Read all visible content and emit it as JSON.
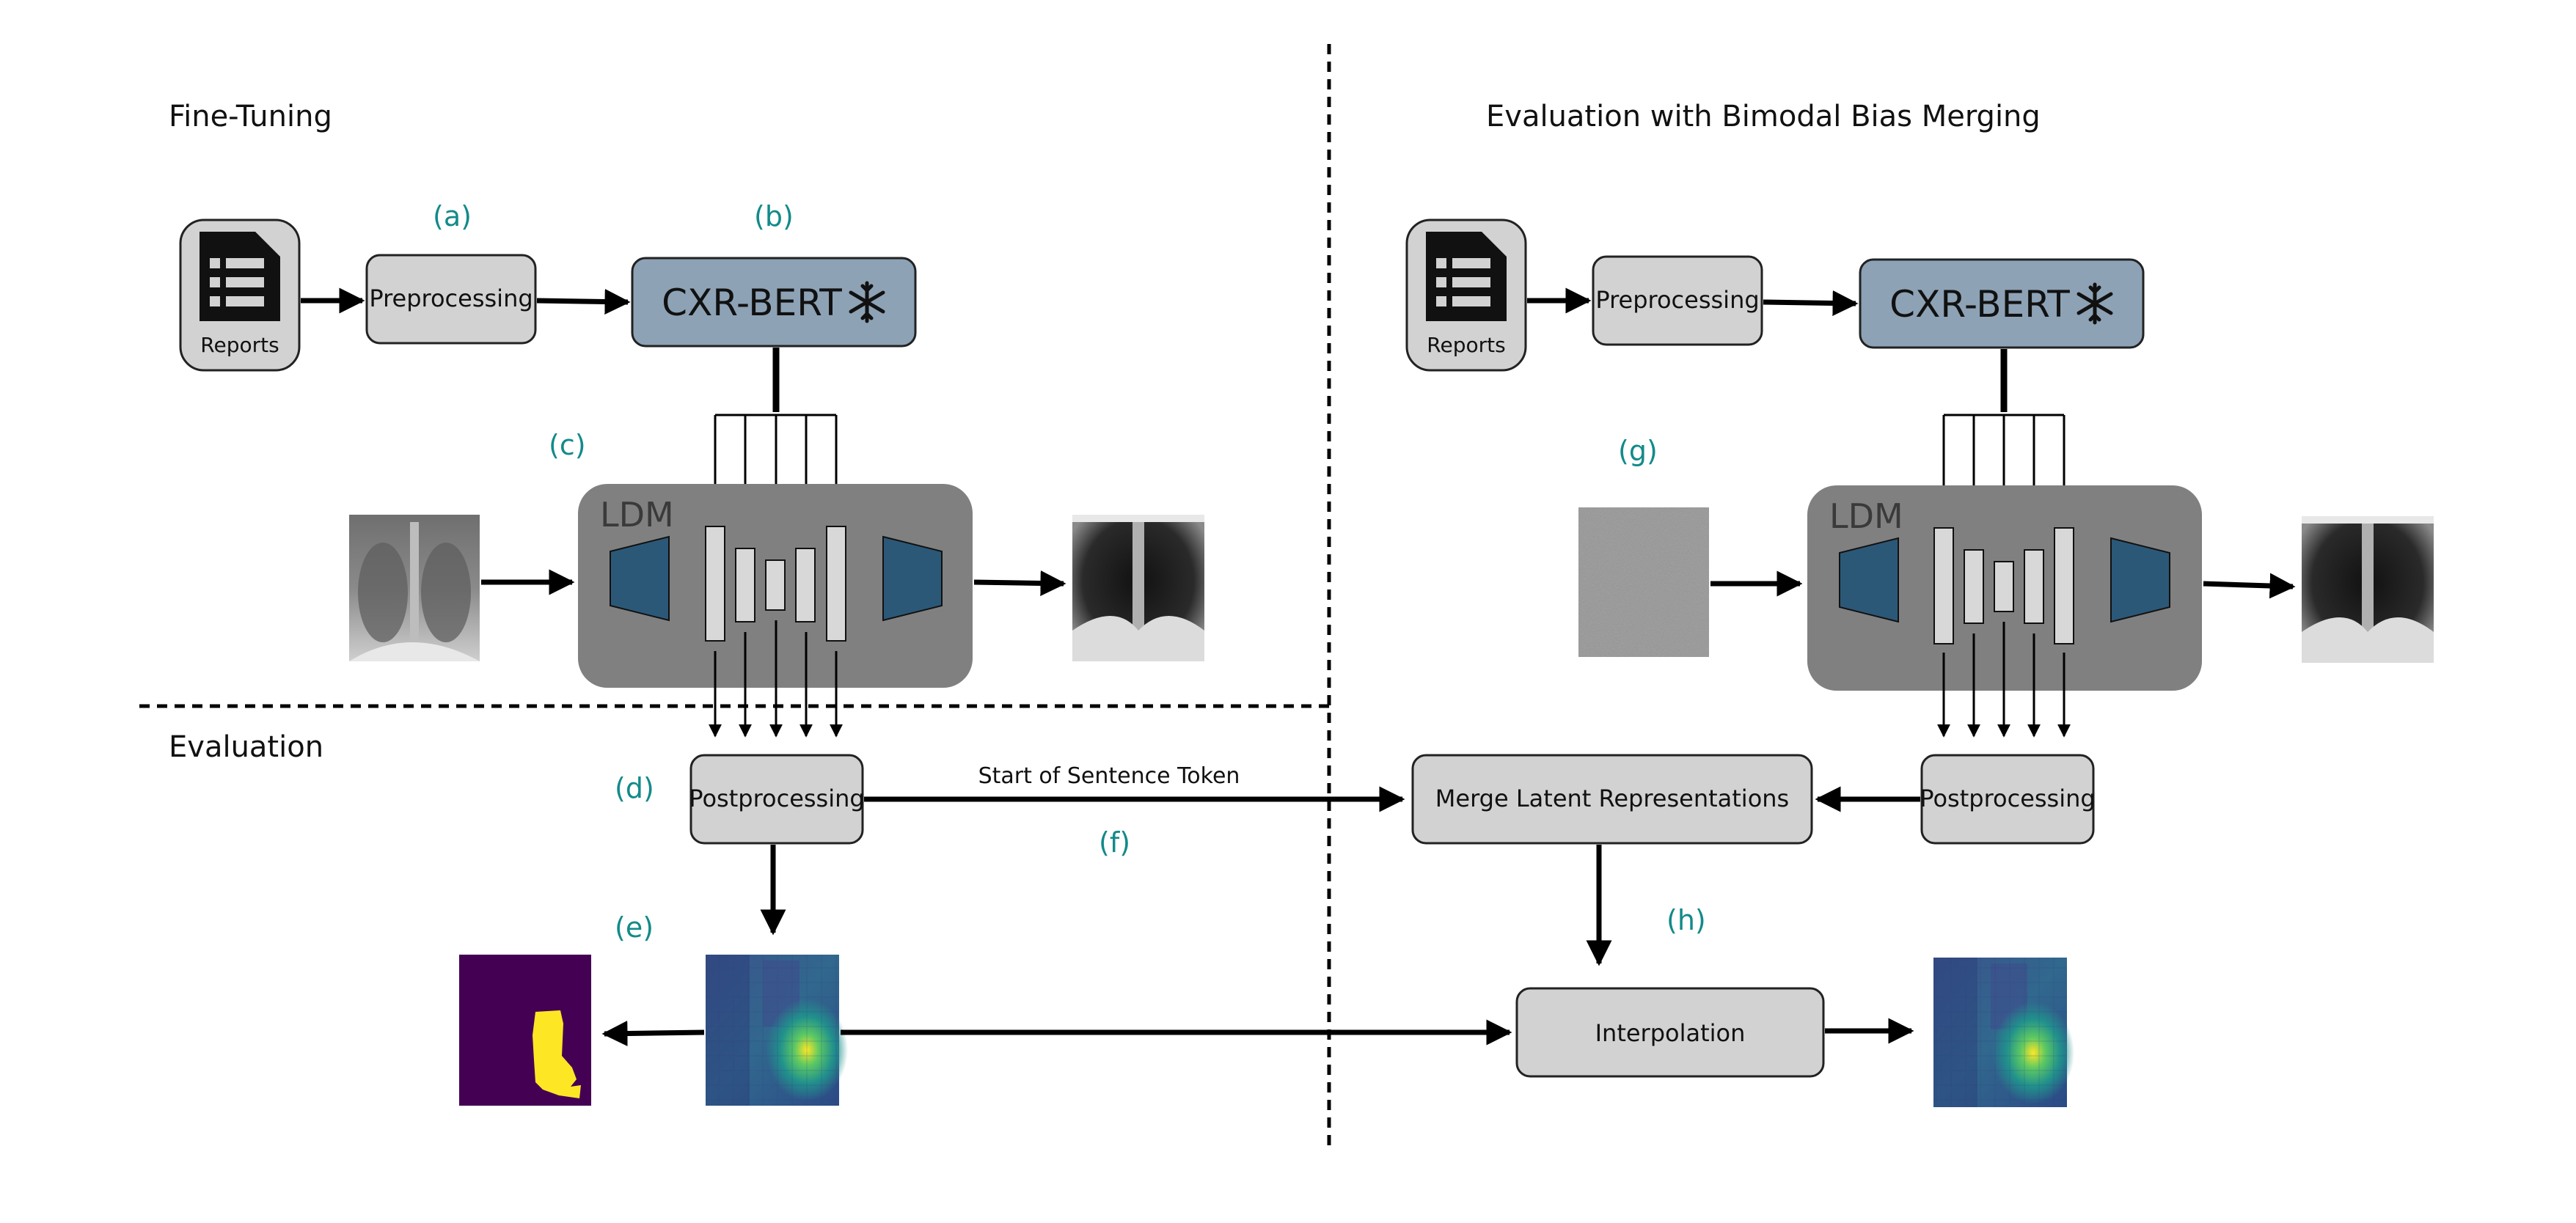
{
  "sections": {
    "fine_tuning": "Fine-Tuning",
    "evaluation": "Evaluation",
    "evaluation_bimodal": "Evaluation with Bimodal Bias Merging"
  },
  "labels": {
    "a": "(a)",
    "b": "(b)",
    "c": "(c)",
    "d": "(d)",
    "e": "(e)",
    "f": "(f)",
    "g": "(g)",
    "h": "(h)"
  },
  "boxes": {
    "reports": "Reports",
    "preprocessing": "Preprocessing",
    "cxr_bert": "CXR-BERT",
    "ldm": "LDM",
    "postprocessing": "Postprocessing",
    "merge": "Merge Latent Representations",
    "interpolation": "Interpolation"
  },
  "edges": {
    "sos_token": "Start of Sentence Token"
  },
  "icons": {
    "document": "document-icon",
    "frozen": "snowflake-icon",
    "xray": "chest-xray-image",
    "noise": "noise-image",
    "heatmap": "attention-heatmap",
    "mask": "segmentation-mask"
  },
  "colors": {
    "label_teal": "#138a8a",
    "bert_fill": "#8da2b5",
    "ldm_fill": "#808080",
    "box_fill": "#d2d2d2",
    "trapezoid": "#2c5878",
    "mask_bg": "#440154",
    "mask_fg": "#fde725"
  }
}
